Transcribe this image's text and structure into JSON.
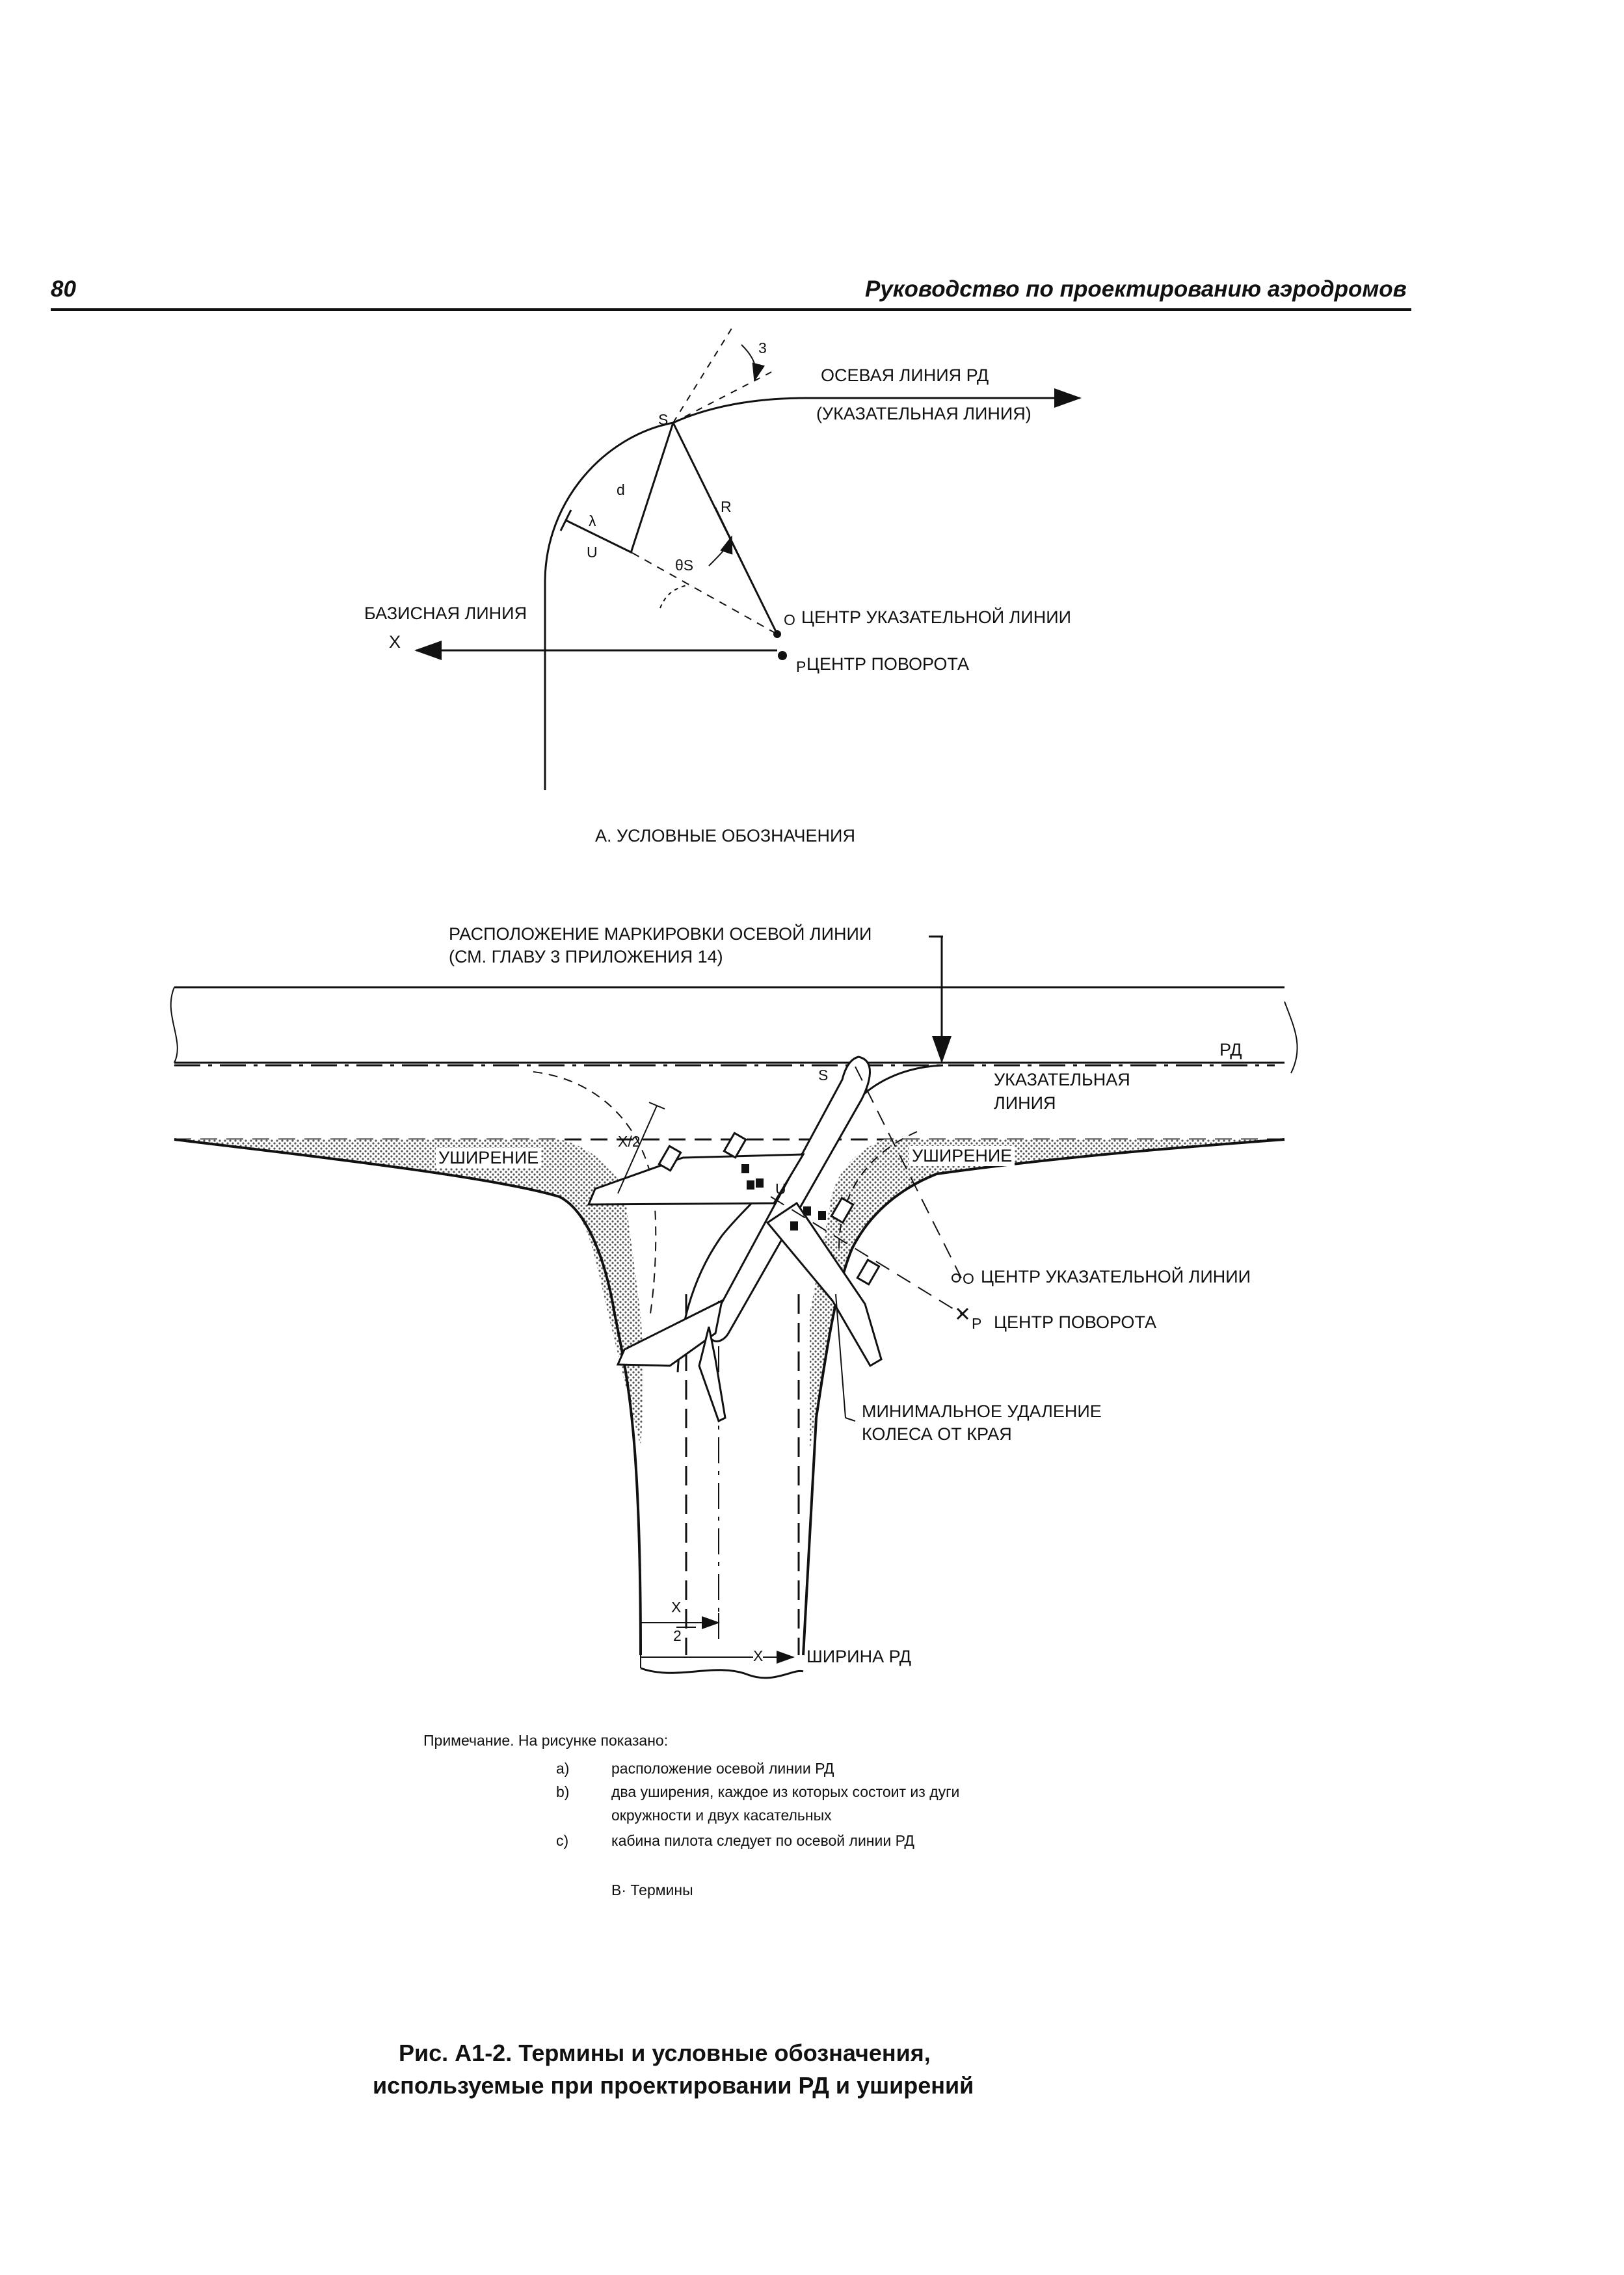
{
  "header": {
    "page_number": "80",
    "running_title": "Руководство по проектированию аэродромов"
  },
  "figure_a": {
    "label_centerline_1": "ОСЕВАЯ ЛИНИЯ РД",
    "label_centerline_2": "(УКАЗАТЕЛЬНАЯ ЛИНИЯ)",
    "label_baseline": "БАЗИСНАЯ ЛИНИЯ",
    "label_guide_center": "ЦЕНТР УКАЗАТЕЛЬНОЙ ЛИНИИ",
    "label_turn_center": "ЦЕНТР ПОВОРОТА",
    "sym_s": "S",
    "sym_d": "d",
    "sym_r": "R",
    "sym_lambda": "λ",
    "sym_u": "U",
    "sym_theta_s": "θS",
    "sym_o": "O",
    "sym_p": "P",
    "sym_x": "X",
    "sym_angle": "3",
    "caption": "А.  УСЛОВНЫЕ ОБОЗНАЧЕНИЯ"
  },
  "figure_b": {
    "label_marking_1": "РАСПОЛОЖЕНИЕ МАРКИРОВКИ ОСЕВОЙ ЛИНИИ",
    "label_marking_2": "(СМ. ГЛАВУ 3 ПРИЛОЖЕНИЯ 14)",
    "label_rd": "РД",
    "label_guide_1": "УКАЗАТЕЛЬНАЯ",
    "label_guide_2": "ЛИНИЯ",
    "label_fillet_left": "УШИРЕНИЕ",
    "label_fillet_right": "УШИРЕНИЕ",
    "label_x2": "X/2",
    "label_guide_center": "ЦЕНТР УКАЗАТЕЛЬНОЙ ЛИНИИ",
    "label_turn_center": "ЦЕНТР ПОВОРОТА",
    "label_min_dist_1": "МИНИМАЛЬНОЕ УДАЛЕНИЕ",
    "label_min_dist_2": "КОЛЕСА ОТ КРАЯ",
    "label_width": "ШИРИНА РД",
    "dim_x_num": "X",
    "dim_x_den": "2",
    "dim_x": "X",
    "sym_s": "S",
    "sym_u": "U",
    "sym_o": "O",
    "sym_p": "P"
  },
  "note": {
    "title": "Примечание.  На рисунке показано:",
    "items": [
      {
        "marker": "a)",
        "text": "расположение осевой линии РД"
      },
      {
        "marker": "b)",
        "text": "два уширения, каждое из которых состоит из дуги"
      },
      {
        "marker": "",
        "text": "окружности и двух касательных"
      },
      {
        "marker": "c)",
        "text": "кабина пилота следует по осевой линии РД"
      }
    ],
    "caption_b": "В·  Термины"
  },
  "caption": {
    "line1": "Рис. А1-2.  Термины и условные обозначения,",
    "line2": "используемые при проектировании РД и уширений"
  }
}
